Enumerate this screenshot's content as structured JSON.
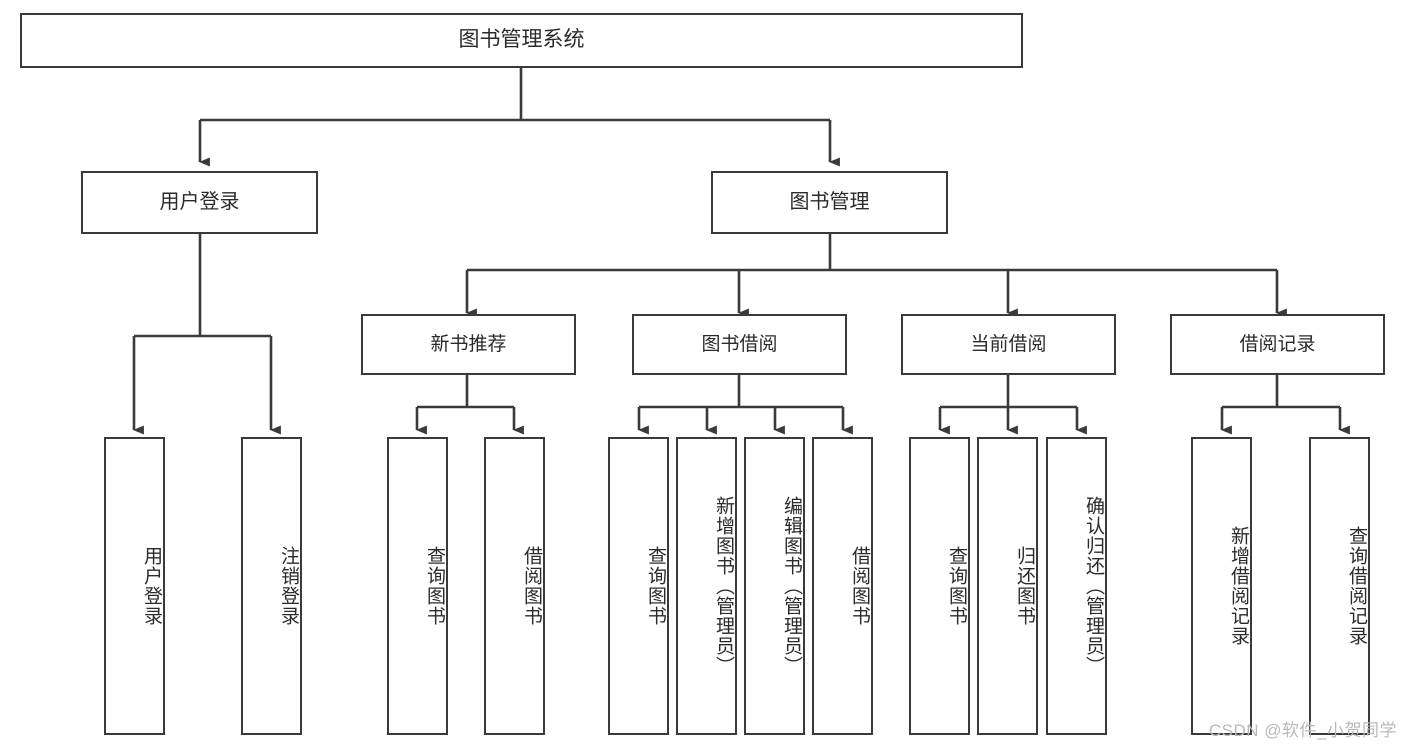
{
  "diagram": {
    "type": "tree",
    "title": "图书管理系统",
    "root": {
      "label": "图书管理系统"
    },
    "level1": [
      {
        "label": "用户登录"
      },
      {
        "label": "图书管理"
      }
    ],
    "level2": [
      {
        "label": "新书推荐"
      },
      {
        "label": "图书借阅"
      },
      {
        "label": "当前借阅"
      },
      {
        "label": "借阅记录"
      }
    ],
    "leaves": {
      "user_login": [
        {
          "label": "用户登录"
        },
        {
          "label": "注销登录"
        }
      ],
      "new_book_recommend": [
        {
          "label": "查询图书"
        },
        {
          "label": "借阅图书"
        }
      ],
      "book_borrow": [
        {
          "label": "查询图书"
        },
        {
          "label": "新增图书（管理员）"
        },
        {
          "label": "编辑图书（管理员）"
        },
        {
          "label": "借阅图书"
        }
      ],
      "current_borrow": [
        {
          "label": "查询图书"
        },
        {
          "label": "归还图书"
        },
        {
          "label": "确认归还（管理员）"
        }
      ],
      "borrow_record": [
        {
          "label": "新增借阅记录"
        },
        {
          "label": "查询借阅记录"
        }
      ]
    }
  },
  "watermark": {
    "text": "CSDN @软件_小贺同学"
  },
  "colors": {
    "background": "#ffffff",
    "box_border": "#3a3a3a",
    "box_fill": "#ffffff",
    "text": "#2b2b2b",
    "wire": "#3a3a3a",
    "watermark": "#b9b9b9"
  }
}
